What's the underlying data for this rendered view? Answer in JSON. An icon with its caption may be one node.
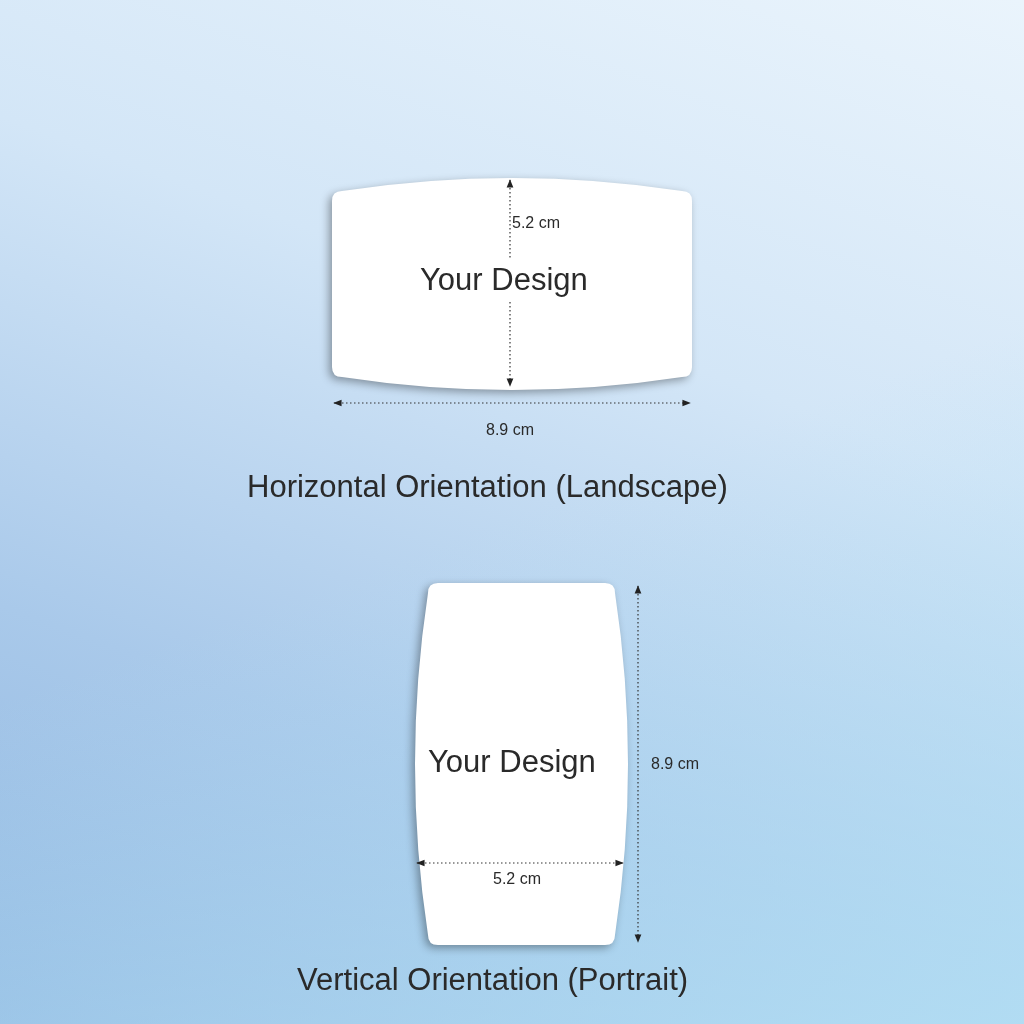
{
  "diagram": {
    "nodes": [
      {
        "text": [
          "Your Design"
        ]
      },
      {
        "text": [
          "Your Design"
        ]
      }
    ],
    "labels": [
      "5.2 cm",
      "8.9 cm",
      "Horizontal Orientation (Landscape)",
      "8.9 cm",
      "5.2 cm",
      "Vertical Orientation (Portrait)"
    ]
  }
}
